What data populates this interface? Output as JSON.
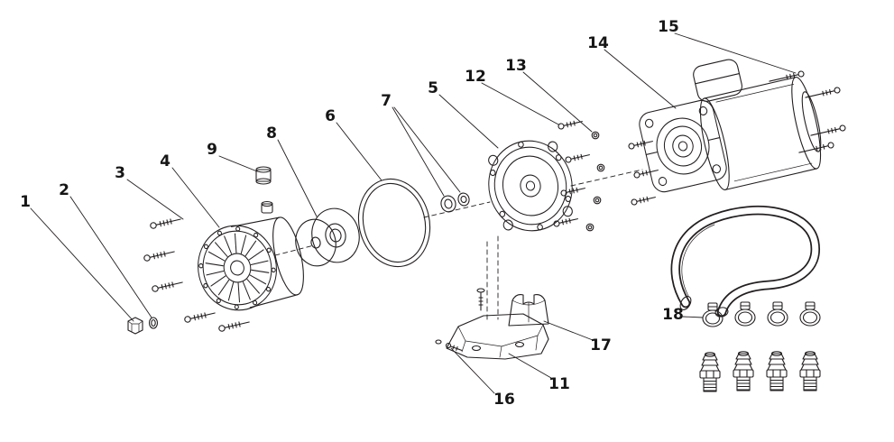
{
  "diagram": {
    "background": "#ffffff",
    "line_color": "#231f20",
    "label_color": "#161616"
  },
  "labels": {
    "n1": "1",
    "n2": "2",
    "n3": "3",
    "n4": "4",
    "n5": "5",
    "n6": "6",
    "n7": "7",
    "n8": "8",
    "n9": "9",
    "n11": "11",
    "n12": "12",
    "n13": "13",
    "n14": "14",
    "n15": "15",
    "n16": "16",
    "n17": "17",
    "n18": "18"
  }
}
